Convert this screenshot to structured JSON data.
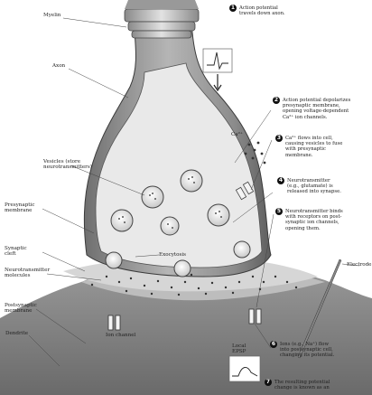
{
  "labels": {
    "myelin": "Myelin",
    "axon": "Axon",
    "vesicles": "Vesicles (store\nneurotransmitters)",
    "presynaptic_membrane": "Presynaptic\nmembrane",
    "synaptic_cleft": "Synaptic\ncleft",
    "neurotransmitter_molecules": "Neurotransmitter\nmolecules",
    "postsynaptic_membrane": "Postsynaptic\nmembrane",
    "dendrite": "Dendrite",
    "ion_channel": "Ion channel",
    "exocytosis": "Exocytosis",
    "calcium": "Ca²⁺",
    "electrode": "Electrode",
    "local_epsp": "Local\nEPSP"
  },
  "steps": [
    {
      "num": "1",
      "text": "Action potential\ntravels down axon."
    },
    {
      "num": "2",
      "text": "Action potential depolarizes\npresynaptic membrane,\nopening voltage-dependent\nCa²⁺ ion channels."
    },
    {
      "num": "3",
      "text": "Ca²⁺ flows into cell,\ncausing vesicles to fuse\nwith presynaptic\nmembrane."
    },
    {
      "num": "4",
      "text": "Neurotransmitter\n(e.g., glutamate) is\nreleased into synapse."
    },
    {
      "num": "5",
      "text": "Neurotransmitter binds\nwith receptors on post-\nsynaptic ion channels,\nopening them."
    },
    {
      "num": "6",
      "text": "Ions (e.g., Na⁺) flow\ninto postsynaptic cell,\nchanging its potential."
    },
    {
      "num": "7",
      "text": "The resulting potential\nchange is known as an"
    }
  ]
}
